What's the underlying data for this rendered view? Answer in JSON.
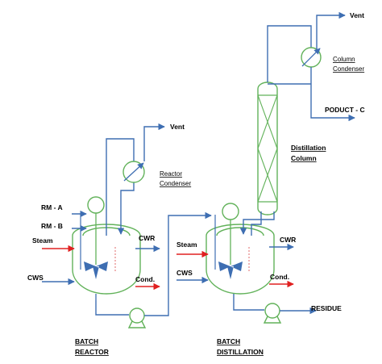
{
  "labels": {
    "vent_top": "Vent",
    "column_condenser_1": "Column",
    "column_condenser_2": "Condenser",
    "product_c": "PODUCT - C",
    "distillation_column_1": "Distillation",
    "distillation_column_2": "Column",
    "vent_reactor": "Vent",
    "reactor_condenser_1": "Reactor",
    "reactor_condenser_2": "Condenser",
    "rm_a": "RM - A",
    "rm_b": "RM - B",
    "steam_left": "Steam",
    "cws_left": "CWS",
    "cwr_left": "CWR",
    "cond_left": "Cond.",
    "steam_right": "Steam",
    "cws_right": "CWS",
    "cwr_right": "CWR",
    "cond_right": "Cond.",
    "residue": "RESIDUE",
    "batch_reactor_1": "BATCH",
    "batch_reactor_2": "REACTOR",
    "batch_distillation_1": "BATCH",
    "batch_distillation_2": "DISTILLATION"
  },
  "colors": {
    "pipe": "#3e6eb2",
    "equipment": "#62b25a",
    "steam": "#e02020",
    "jacket_hot": "#e06a6a",
    "jacket_cold": "#6d8fd0"
  }
}
